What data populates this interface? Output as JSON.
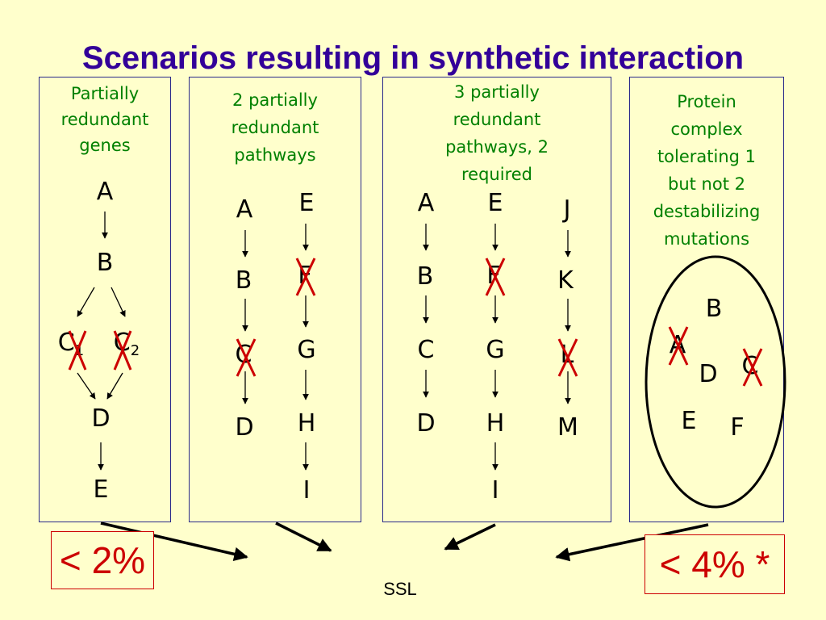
{
  "title": "Scenarios resulting in synthetic interaction",
  "panels": [
    {
      "title_lines": [
        "Partially",
        "redundant",
        "genes"
      ]
    },
    {
      "title_lines": [
        "2 partially",
        "redundant",
        "pathways"
      ]
    },
    {
      "title_lines": [
        "3 partially",
        "redundant",
        "pathways, 2",
        "required"
      ]
    },
    {
      "title_lines": [
        "Protein",
        "complex",
        "tolerating 1",
        "but not 2",
        "destabilizing",
        "mutations"
      ]
    }
  ],
  "nodes": {
    "p1": {
      "A": "A",
      "B": "B",
      "C1": "C",
      "C1_sub": "1",
      "C2": "C",
      "C2_sub": "2",
      "D": "D",
      "E": "E"
    },
    "p2": {
      "A": "A",
      "B": "B",
      "C": "C",
      "D": "D",
      "E": "E",
      "F": "F",
      "G": "G",
      "H": "H",
      "I": "I"
    },
    "p3": {
      "A": "A",
      "B": "B",
      "C": "C",
      "D": "D",
      "E": "E",
      "F": "F",
      "G": "G",
      "H": "H",
      "I": "I",
      "J": "J",
      "K": "K",
      "L": "L",
      "M": "M"
    },
    "p4": {
      "A": "A",
      "B": "B",
      "C": "C",
      "D": "D",
      "E": "E",
      "F": "F"
    }
  },
  "results": {
    "left": "< 2%",
    "right": "< 4% *",
    "center": "SSL"
  },
  "colors": {
    "title": "#330099",
    "panel_title": "#008000",
    "cross": "#cc0000",
    "background": "#ffffcc"
  }
}
